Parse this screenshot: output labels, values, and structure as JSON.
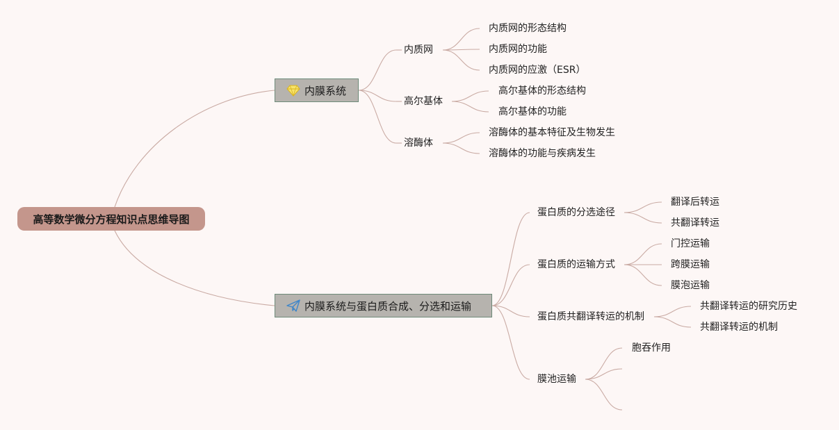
{
  "root": {
    "label": "高等数学微分方程知识点思维导图"
  },
  "branches": [
    {
      "label": "内膜系统",
      "icon": "diamond-icon",
      "children": [
        {
          "label": "内质网",
          "children": [
            "内质网的形态结构",
            "内质网的功能",
            "内质网的应激（ESR）"
          ]
        },
        {
          "label": "高尔基体",
          "children": [
            "高尔基体的形态结构",
            "高尔基体的功能"
          ]
        },
        {
          "label": "溶酶体",
          "children": [
            "溶酶体的基本特征及生物发生",
            "溶酶体的功能与疾病发生"
          ]
        }
      ]
    },
    {
      "label": "内膜系统与蛋白质合成、分选和运输",
      "icon": "paper-plane-icon",
      "children": [
        {
          "label": "蛋白质的分选途径",
          "children": [
            "翻译后转运",
            "共翻译转运"
          ]
        },
        {
          "label": "蛋白质的运输方式",
          "children": [
            "门控运输",
            "跨膜运输",
            "膜泡运输"
          ]
        },
        {
          "label": "蛋白质共翻译转运的机制",
          "children": [
            "共翻译转运的研究历史",
            "共翻译转运的机制"
          ]
        },
        {
          "label": "膜池运输",
          "children": [
            "胞吞作用",
            "",
            ""
          ]
        }
      ]
    }
  ],
  "colors": {
    "link": "#c9aaa3",
    "root_fill": "#c4968c",
    "branch_fill": "#b6b3ae",
    "branch_border": "#6d8a79",
    "background": "#fdf7f6"
  }
}
